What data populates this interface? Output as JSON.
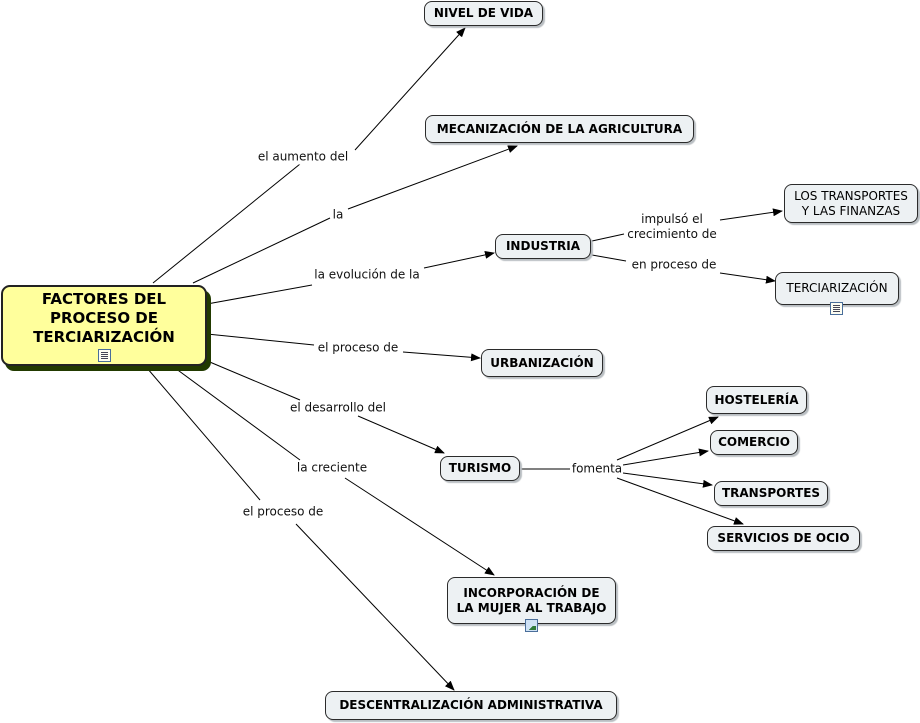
{
  "concepts": {
    "root": "FACTORES DEL\nPROCESO DE\nTERCIARIZACIÓN",
    "nivel_vida": "NIVEL DE VIDA",
    "mecanizacion": "MECANIZACIÓN DE LA AGRICULTURA",
    "industria": "INDUSTRIA",
    "transportes_finanzas": "LOS TRANSPORTES\nY LAS FINANZAS",
    "terciarizacion": "TERCIARIZACIÓN",
    "urbanizacion": "URBANIZACIÓN",
    "hosteleria": "HOSTELERÍA",
    "comercio": "COMERCIO",
    "turismo": "TURISMO",
    "transportes": "TRANSPORTES",
    "servicios_ocio": "SERVICIOS DE OCIO",
    "mujer_trabajo": "INCORPORACIÓN DE\nLA MUJER AL TRABAJO",
    "descentralizacion": "DESCENTRALIZACIÓN ADMINISTRATIVA"
  },
  "links": {
    "aumento": "el aumento del",
    "la": "la",
    "evolucion": "la evolución de la",
    "impulso": "impulsó el\ncrecimiento de",
    "en_proceso": "en proceso de",
    "proceso_urb": "el proceso de",
    "desarrollo": "el desarrollo del",
    "fomenta": "fomenta",
    "creciente": "la creciente",
    "proceso_desc": "el proceso de"
  },
  "icons": {
    "root": "document-icon",
    "terciarizacion": "document-icon",
    "mujer_trabajo": "image-icon"
  },
  "colors": {
    "root_fill": "#ffff9c",
    "node_fill": "#edf1f3",
    "root_shadow": "#223a00"
  }
}
